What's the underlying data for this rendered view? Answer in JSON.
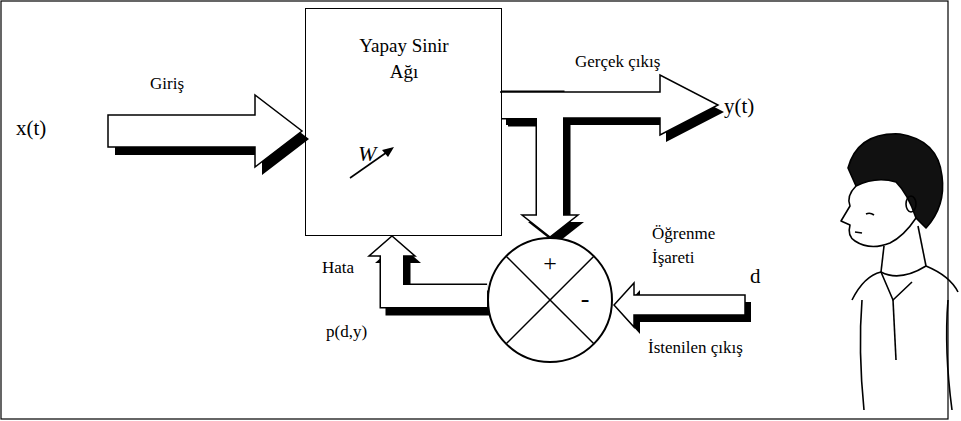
{
  "diagram": {
    "nodes": [
      {
        "text": [
          "Yapay Sinir Ağı",
          "W"
        ]
      },
      {
        "text": [
          "+",
          "-"
        ]
      }
    ],
    "edges": [
      {
        "from": 0,
        "to": 1,
        "arrow": "to"
      },
      {
        "from": 1,
        "to": 0,
        "arrow": "to"
      }
    ],
    "labels": [
      "Giriş",
      "x(t)",
      "Gerçek çıkış",
      "y(t)",
      "Öğrenme İşareti",
      "d",
      "İstenilen çıkış",
      "Hata",
      "p(d,y)"
    ]
  }
}
